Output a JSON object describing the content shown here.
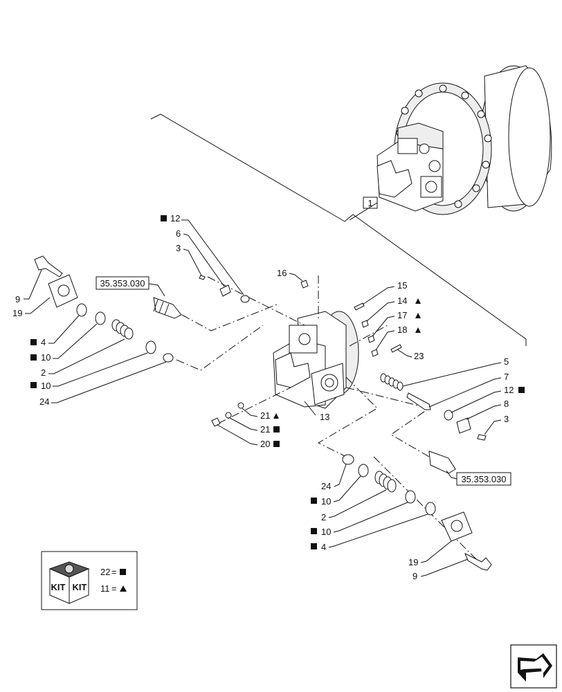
{
  "callouts": [
    {
      "id": "c1",
      "number": "1"
    },
    {
      "id": "c12a",
      "number": "12",
      "kit": "square"
    },
    {
      "id": "c6",
      "number": "6"
    },
    {
      "id": "c3a",
      "number": "3"
    },
    {
      "id": "c9a",
      "number": "9"
    },
    {
      "id": "c19a",
      "number": "19"
    },
    {
      "id": "c4a",
      "number": "4",
      "kit": "square"
    },
    {
      "id": "c10a",
      "number": "10",
      "kit": "square"
    },
    {
      "id": "c2a",
      "number": "2"
    },
    {
      "id": "c10b",
      "number": "10",
      "kit": "square"
    },
    {
      "id": "c24a",
      "number": "24"
    },
    {
      "id": "c16",
      "number": "16"
    },
    {
      "id": "c15",
      "number": "15"
    },
    {
      "id": "c14",
      "number": "14",
      "kit": "triangle"
    },
    {
      "id": "c17",
      "number": "17",
      "kit": "triangle"
    },
    {
      "id": "c18",
      "number": "18",
      "kit": "triangle"
    },
    {
      "id": "c23",
      "number": "23"
    },
    {
      "id": "c5",
      "number": "5"
    },
    {
      "id": "c7",
      "number": "7"
    },
    {
      "id": "c12b",
      "number": "12",
      "kit": "square"
    },
    {
      "id": "c8",
      "number": "8"
    },
    {
      "id": "c3b",
      "number": "3"
    },
    {
      "id": "c13",
      "number": "13"
    },
    {
      "id": "c21a",
      "number": "21",
      "kit": "triangle"
    },
    {
      "id": "c21b",
      "number": "21",
      "kit": "square"
    },
    {
      "id": "c20",
      "number": "20",
      "kit": "square"
    },
    {
      "id": "c24b",
      "number": "24"
    },
    {
      "id": "c10c",
      "number": "10",
      "kit": "square"
    },
    {
      "id": "c2b",
      "number": "2"
    },
    {
      "id": "c10d",
      "number": "10",
      "kit": "square"
    },
    {
      "id": "c4b",
      "number": "4",
      "kit": "square"
    },
    {
      "id": "c19b",
      "number": "19"
    },
    {
      "id": "c9b",
      "number": "9"
    }
  ],
  "references": {
    "ref_top": "35.353.030",
    "ref_bottom": "35.353.030"
  },
  "legend": {
    "kit_text_left": "KIT",
    "kit_text_right": "KIT",
    "row1_value": "22",
    "row1_symbol": "square",
    "row2_value": "11",
    "row2_symbol": "triangle",
    "eq": "="
  },
  "icons": {
    "kit_icon": "kit-box-icon",
    "nav_icon": "next-page-arrow-icon",
    "square_symbol": "filled-square",
    "triangle_symbol": "filled-triangle"
  }
}
